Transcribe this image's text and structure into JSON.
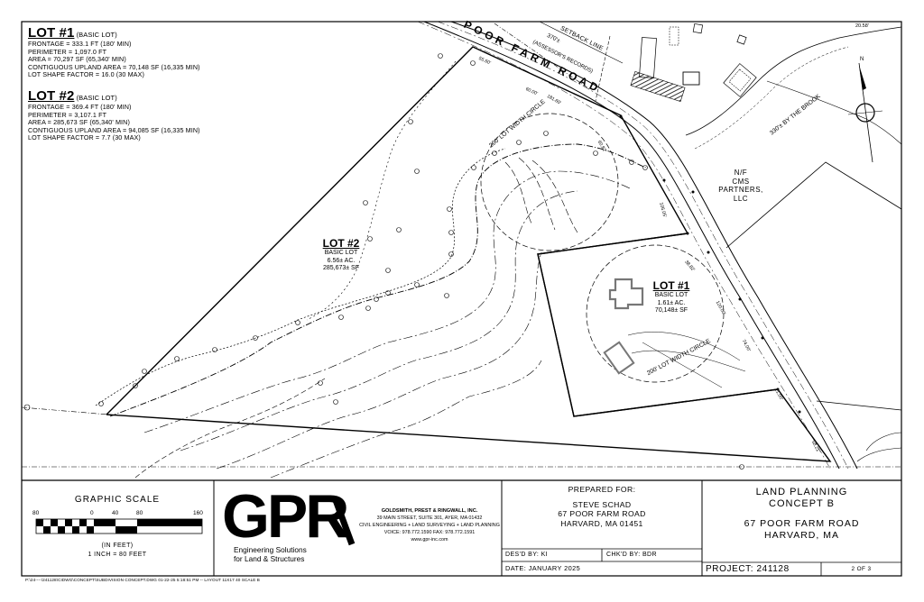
{
  "lot1_info": {
    "title": "LOT #1",
    "subtitle": "(BASIC LOT)",
    "lines": [
      "FRONTAGE = 333.1 FT (180' MIN)",
      "PERIMETER = 1,097.0 FT",
      "AREA = 70,297 SF (65,340' MIN)",
      "CONTIGUOUS UPLAND AREA = 70,148 SF (16,335 MIN)",
      "LOT SHAPE FACTOR = 16.0 (30 MAX)"
    ]
  },
  "lot2_info": {
    "title": "LOT #2",
    "subtitle": "(BASIC LOT)",
    "lines": [
      "FRONTAGE = 369.4 FT (180' MIN)",
      "PERIMETER = 3,107.1 FT",
      "AREA = 285,673 SF (65,340' MIN)",
      "CONTIGUOUS UPLAND AREA = 94,085 SF (16,335 MIN)",
      "LOT SHAPE FACTOR = 7.7 (30 MAX)"
    ]
  },
  "plan": {
    "road_name": "POOR FARM ROAD",
    "setback_label": "SETBACK LINE",
    "assessor_label": "370'±",
    "assessor_note": "(ASSESSOR'S RECORDS)",
    "brook_label": "330'± BY THE BROOK",
    "abutter": [
      "N/F",
      "CMS",
      "PARTNERS,",
      "LLC"
    ],
    "lot2": {
      "title": "LOT #2",
      "lines": [
        "BASIC LOT",
        "6.56± AC.",
        "285,673± SF"
      ]
    },
    "lot1": {
      "title": "LOT #1",
      "lines": [
        "BASIC LOT",
        "1.61± AC.",
        "70,148± SF"
      ]
    },
    "circle_label_lot2": "200' LOT WIDTH CIRCLE",
    "circle_label_lot1": "200' LOT WIDTH CIRCLE",
    "dims": {
      "d1": "20.58'",
      "d2": "181.60'",
      "d3": "60.82'",
      "d4": "106.05'",
      "d5": "38.82'",
      "d6": "120.00'",
      "d7": "74.00'",
      "d8": "21.00'",
      "d9": "58.21'",
      "d10": "55.60'",
      "d11": "60.00'"
    },
    "north": "N"
  },
  "scale": {
    "title": "GRAPHIC SCALE",
    "ticks": [
      "80",
      "0",
      "40",
      "80",
      "160"
    ],
    "units": "(IN FEET)",
    "ratio": "1 INCH = 80 FEET"
  },
  "company": {
    "logo": "GPR",
    "tagline1": "Engineering Solutions",
    "tagline2": "for Land & Structures",
    "name": "GOLDSMITH, PREST & RINGWALL, INC.",
    "address": "39 MAIN STREET, SUITE 301, AYER, MA 01432",
    "services": "CIVIL ENGINEERING + LAND SURVEYING + LAND PLANNING",
    "phone": "VOICE: 978.772.1590   FAX: 978.772.1591",
    "web": "www.gpr-inc.com"
  },
  "prepared": {
    "label": "PREPARED FOR:",
    "lines": [
      "STEVE SCHAD",
      "67 POOR FARM ROAD",
      "HARVARD, MA 01451"
    ]
  },
  "title_block": {
    "lines": [
      "LAND PLANNING",
      "CONCEPT B"
    ],
    "address": [
      "67 POOR FARM ROAD",
      "HARVARD, MA"
    ],
    "designed": "DES'D BY: KI",
    "checked": "CHK'D BY: BDR",
    "date": "DATE: JANUARY 2025",
    "project": "PROJECT:  241128",
    "sheet": "2 OF 3"
  },
  "footer_path": "P:\\24----\\241128\\CIDWG\\CONCEPT\\SUBDIVISION CONCEPT.DWG  01-22-25  5:18:51 PM -- LAYOUT 11X17 40 SCALE B"
}
